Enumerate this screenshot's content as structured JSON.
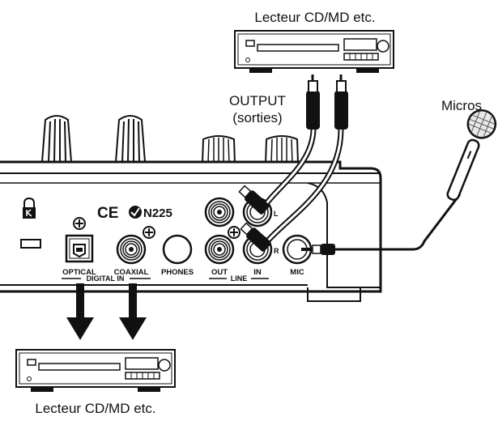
{
  "labels": {
    "top_device": "Lecteur CD/MD etc.",
    "bottom_device": "Lecteur CD/MD etc.",
    "output_line1": "OUTPUT",
    "output_line2": "(sorties)",
    "micros": "Micros"
  },
  "panel": {
    "ce_mark": "CE",
    "cert_mark": "N225",
    "jack_optical": "OPTICAL",
    "jack_coaxial": "COAXIAL",
    "group_digital_in": "DIGITAL IN",
    "jack_phones": "PHONES",
    "jack_out": "OUT",
    "jack_in": "IN",
    "group_line": "LINE",
    "jack_mic": "MIC",
    "marker_l": "L",
    "marker_r": "R"
  },
  "icons": {
    "lock": "kensington-lock-icon",
    "plus": "plus-marker-icon"
  }
}
